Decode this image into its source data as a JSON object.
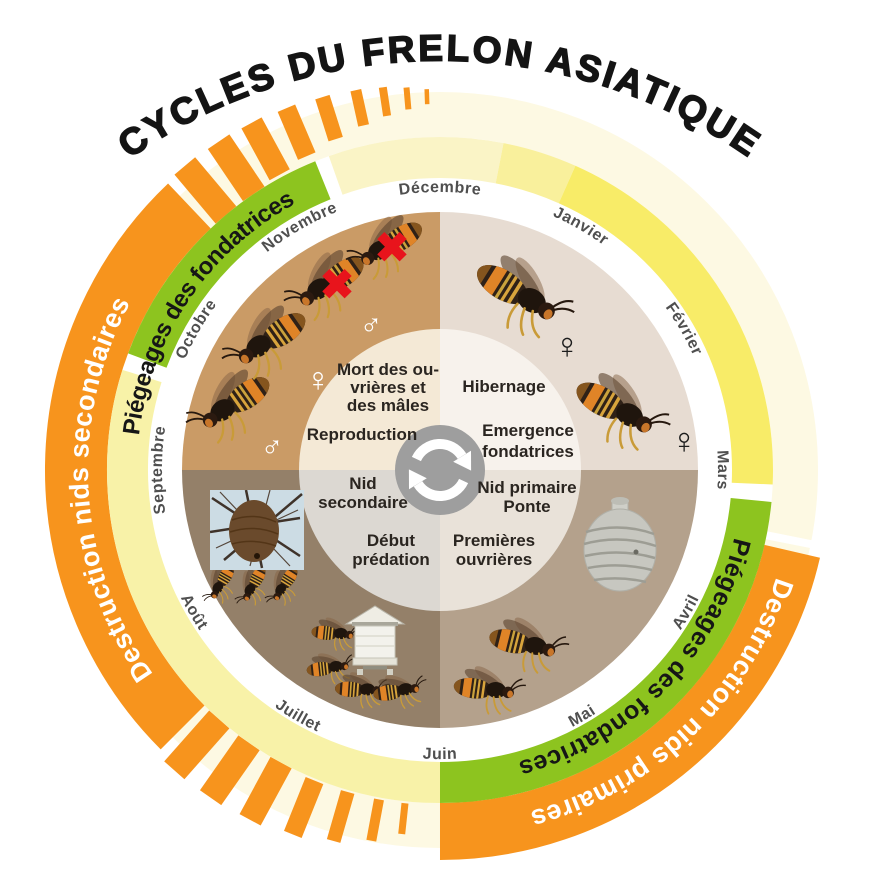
{
  "title": "CYCLES DU FRELON ASIATIQUE",
  "months": [
    "Décembre",
    "Janvier",
    "Février",
    "Mars",
    "Avril",
    "Mai",
    "Juin",
    "Juillet",
    "Août",
    "Septembre",
    "Octobre",
    "Novembre"
  ],
  "arcs": {
    "piegeages_tl": "Piégeages des fondatrices",
    "destruction_secondaires": "Destruction nids secondaires",
    "piegeages_br": "Piégeages des fondatrices",
    "destruction_primaires": "Destruction nids primaires"
  },
  "center_texts": {
    "tl1": [
      "Mort des ou-",
      "vrières et",
      "des mâles"
    ],
    "tl2": [
      "Reproduction"
    ],
    "tr1": [
      "Hibernage"
    ],
    "tr2": [
      "Emergence",
      "fondatrices"
    ],
    "bl1": [
      "Nid",
      "secondaire"
    ],
    "bl2": [
      "Début",
      "prédation"
    ],
    "br1": [
      "Nid primaire",
      "Ponte"
    ],
    "br2": [
      "Premières",
      "ouvrières"
    ]
  },
  "symbols": {
    "male": "♂",
    "female": "♀",
    "x_mark": "✖"
  },
  "icon_names": {
    "center": "cycle-arrows-icon",
    "hornet": "asian-hornet-icon",
    "nest_photo": "secondary-nest-photo",
    "primary_nest": "primary-nest-icon",
    "beehive": "beehive-icon",
    "red_x": "dead-hornet-x-icon"
  },
  "colors": {
    "orange": "#f7941d",
    "green": "#8dc41f",
    "cream": "#fdf9e3",
    "yellow_pale_top": "#faf4c6",
    "yellow_mid": "#f9f09c",
    "yellow_bright": "#f8ec68",
    "yellow_pale_bottom": "#f8f2a8",
    "quad_tl": "#ca9b66",
    "quad_tr": "#e7dcd2",
    "quad_bl": "#948069",
    "quad_br": "#b4a18c",
    "inner_tl": "#f4e9d6",
    "inner_tr": "#f7f2ec",
    "inner_bl": "#dcd8d2",
    "inner_br": "#e9e2d9",
    "center_gray": "#9e9e9e",
    "month_text": "#4f4f4f",
    "dark_text": "#2a2520",
    "title_text": "#141414",
    "white": "#ffffff",
    "red": "#e8141c"
  }
}
